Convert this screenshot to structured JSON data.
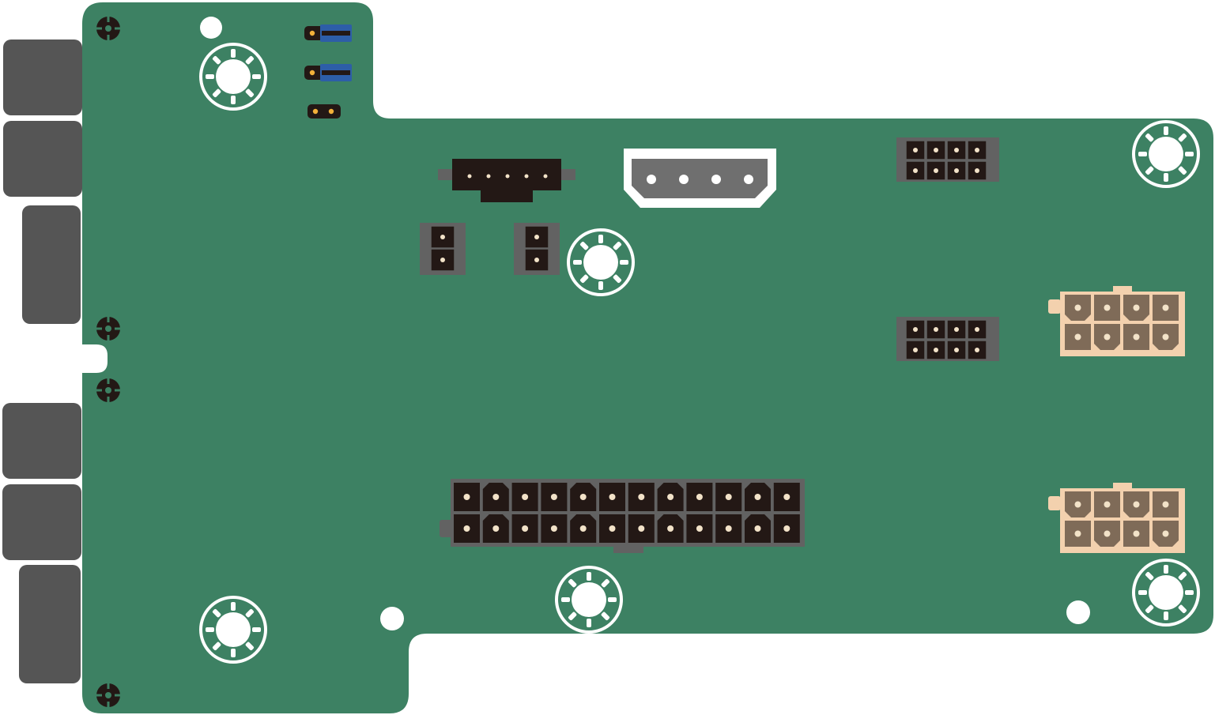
{
  "colors": {
    "board": "#3d8163",
    "ports": "#555555",
    "connector_body": "#231815",
    "connector_shell": "#626262",
    "pin": "#f2e2c8",
    "jumper_cap": "#2d5ea8",
    "aux_power_shell": "#f3d1ae",
    "aux_power_cell": "#7f6b58",
    "molex_shell": "#ffffff",
    "molex_body": "#6f6f6f",
    "standoff": "#ffffff"
  },
  "components": {
    "io_ports": 6,
    "atx_main_power": {
      "rows": 2,
      "pins_per_row": 12
    },
    "aux_power_8pin": {
      "count": 2,
      "rows": 2,
      "pins_per_row": 4
    },
    "header_2x4": {
      "count": 2
    },
    "header_1x2": {
      "count": 2
    },
    "molex_4pin": {
      "pins": 4
    },
    "fan_header_5pin": {
      "pins": 5
    },
    "jumpers": {
      "count": 3,
      "capped": 2
    },
    "mounting_standoffs": 6,
    "screw_holes": 4,
    "plain_holes": 3
  },
  "icons": {
    "standoff": "standoff-icon",
    "screw": "screw-hole-icon",
    "hole": "mounting-hole-icon",
    "pin": "pin-icon",
    "jumper": "jumper-icon"
  }
}
